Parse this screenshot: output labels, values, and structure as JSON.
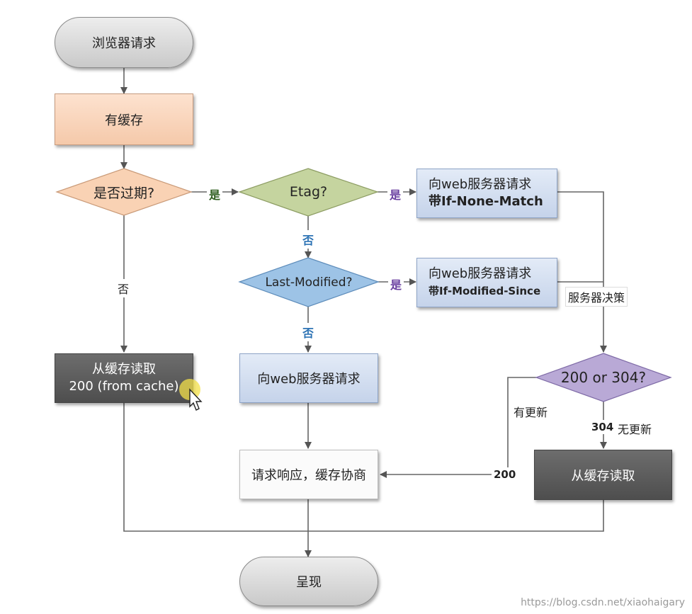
{
  "nodes": {
    "browser_request": "浏览器请求",
    "has_cache": "有缓存",
    "is_expired": "是否过期?",
    "etag": "Etag?",
    "request_if_none_match": {
      "line1": "向web服务器请求",
      "line2": "带If-None-Match"
    },
    "last_modified": "Last-Modified?",
    "request_if_modified_since": {
      "line1": "向web服务器请求",
      "line2": "带If-Modified-Since"
    },
    "read_from_cache_200": {
      "line1": "从缓存读取",
      "line2": "200 (from cache)"
    },
    "request_server": "向web服务器请求",
    "status_check": "200 or 304?",
    "response_negotiate": "请求响应，缓存协商",
    "read_from_cache_304": "从缓存读取",
    "render": "呈现"
  },
  "edge_labels": {
    "expired_yes": "是",
    "expired_no": "否",
    "etag_yes": "是",
    "etag_no": "否",
    "lastmod_yes": "是",
    "lastmod_no": "否",
    "server_decision": "服务器决策",
    "has_update": "有更新",
    "code_200": "200",
    "code_304": "304",
    "no_update": "无更新"
  },
  "watermark": "https://blog.csdn.net/xiaohaigary",
  "colors": {
    "orange_fill": "#f9d2b4",
    "green_fill": "#c5d49f",
    "blue_fill": "#9dc3e6",
    "purple_fill": "#b9a9d6",
    "dark_fill": "#5a5a5a",
    "line": "#555555",
    "yes_label": "#6a3fa0",
    "no_label": "#2e74b5"
  }
}
